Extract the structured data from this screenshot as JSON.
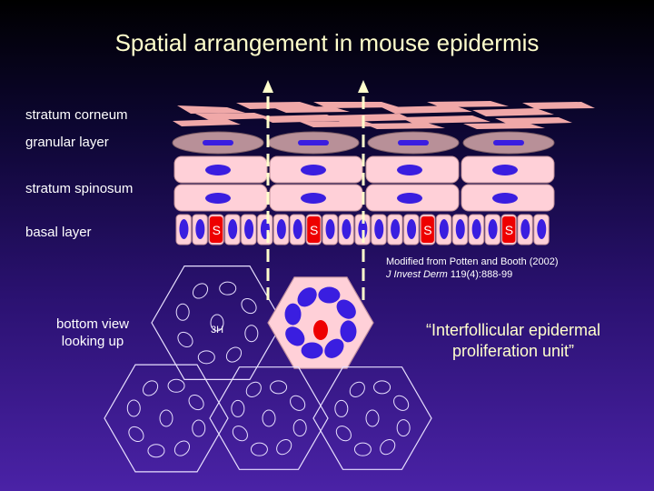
{
  "title": "Spatial arrangement in mouse epidermis",
  "layers": {
    "corneum": "stratum corneum",
    "granular": "granular layer",
    "spinosum": "stratum spinosum",
    "basal": "basal layer"
  },
  "s_phase_label": "S",
  "bottom_view_line1": "bottom view",
  "bottom_view_line2": "looking up",
  "citation_line1": "Modified from Potten and Booth (2002)",
  "citation_journal": "J Invest Derm",
  "citation_volume": " 119(4):888-99",
  "unit_quote_line1": "“Interfollicular epidermal",
  "unit_quote_line2": "proliferation unit”",
  "thymidine_label": "3H",
  "colors": {
    "cell_pink": "#ffd0d8",
    "nucleus_blue": "#3a1ee0",
    "s_phase_red": "#ee0000",
    "arrow_yellow": "#ffffcc",
    "title_yellow": "#ffffcc",
    "corneum_pink": "#f0a8a8"
  }
}
